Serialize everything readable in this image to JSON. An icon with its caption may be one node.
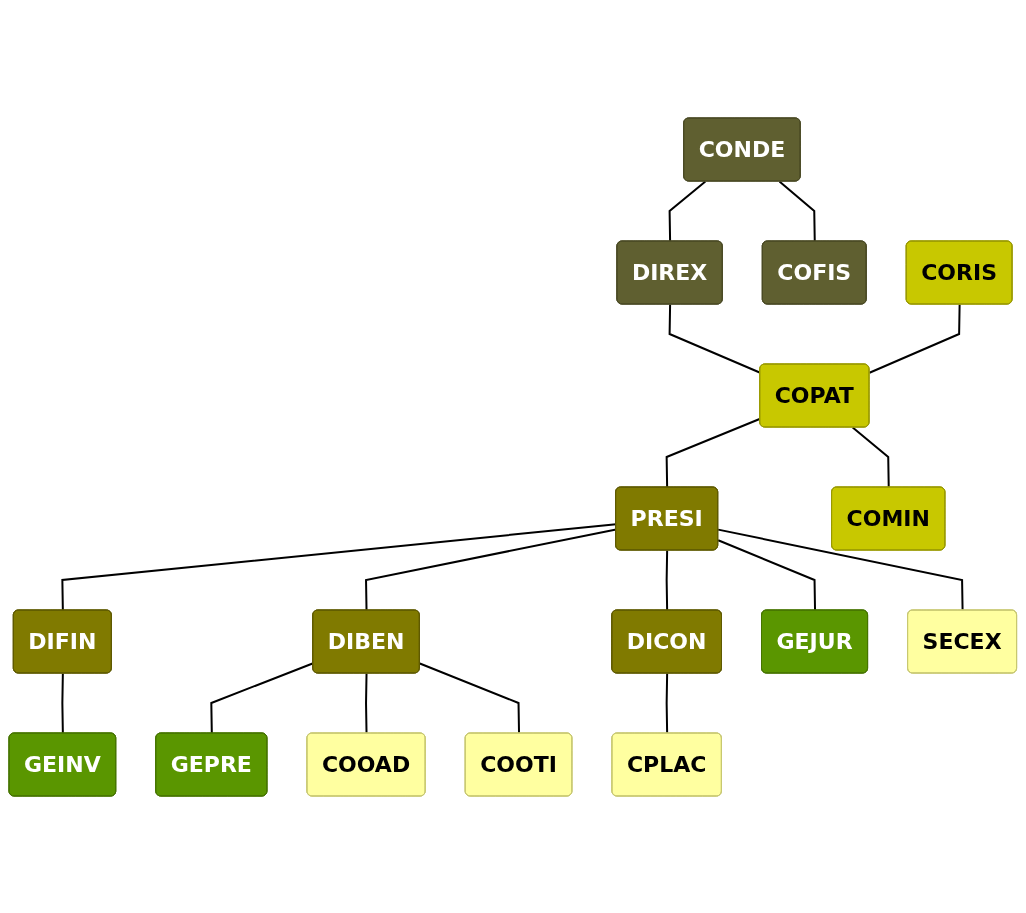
{
  "diagram": {
    "nodes": [
      {
        "text": [
          "CONDE"
        ]
      },
      {
        "text": [
          "COFIS"
        ]
      },
      {
        "text": [
          "DIREX"
        ]
      },
      {
        "text": [
          "CORIS"
        ]
      },
      {
        "text": [
          "COPAT"
        ]
      },
      {
        "text": [
          "COMIN"
        ]
      },
      {
        "text": [
          "PRESI"
        ]
      },
      {
        "text": [
          "GEJUR"
        ]
      },
      {
        "text": [
          "SECEX"
        ]
      },
      {
        "text": [
          "DIFIN"
        ]
      },
      {
        "text": [
          "DIBEN"
        ]
      },
      {
        "text": [
          "DICON"
        ]
      },
      {
        "text": [
          "GEINV"
        ]
      },
      {
        "text": [
          "GEPRE"
        ]
      },
      {
        "text": [
          "COOAD"
        ]
      },
      {
        "text": [
          "COOTI"
        ]
      },
      {
        "text": [
          "CPLAC"
        ]
      }
    ],
    "edges": [
      {
        "from": 0,
        "to": 1,
        "arrow": "none"
      },
      {
        "from": 0,
        "to": 2,
        "arrow": "none"
      },
      {
        "from": 2,
        "to": 4,
        "arrow": "none"
      },
      {
        "from": 3,
        "to": 4,
        "arrow": "none"
      },
      {
        "from": 4,
        "to": 5,
        "arrow": "none"
      },
      {
        "from": 4,
        "to": 6,
        "arrow": "none"
      },
      {
        "from": 6,
        "to": 7,
        "arrow": "none"
      },
      {
        "from": 6,
        "to": 8,
        "arrow": "none"
      },
      {
        "from": 6,
        "to": 9,
        "arrow": "none"
      },
      {
        "from": 6,
        "to": 10,
        "arrow": "none"
      },
      {
        "from": 6,
        "to": 11,
        "arrow": "none"
      },
      {
        "from": 9,
        "to": 12,
        "arrow": "none"
      },
      {
        "from": 10,
        "to": 13,
        "arrow": "none"
      },
      {
        "from": 10,
        "to": 14,
        "arrow": "none"
      },
      {
        "from": 10,
        "to": 15,
        "arrow": "none"
      },
      {
        "from": 11,
        "to": 16,
        "arrow": "none"
      }
    ]
  }
}
